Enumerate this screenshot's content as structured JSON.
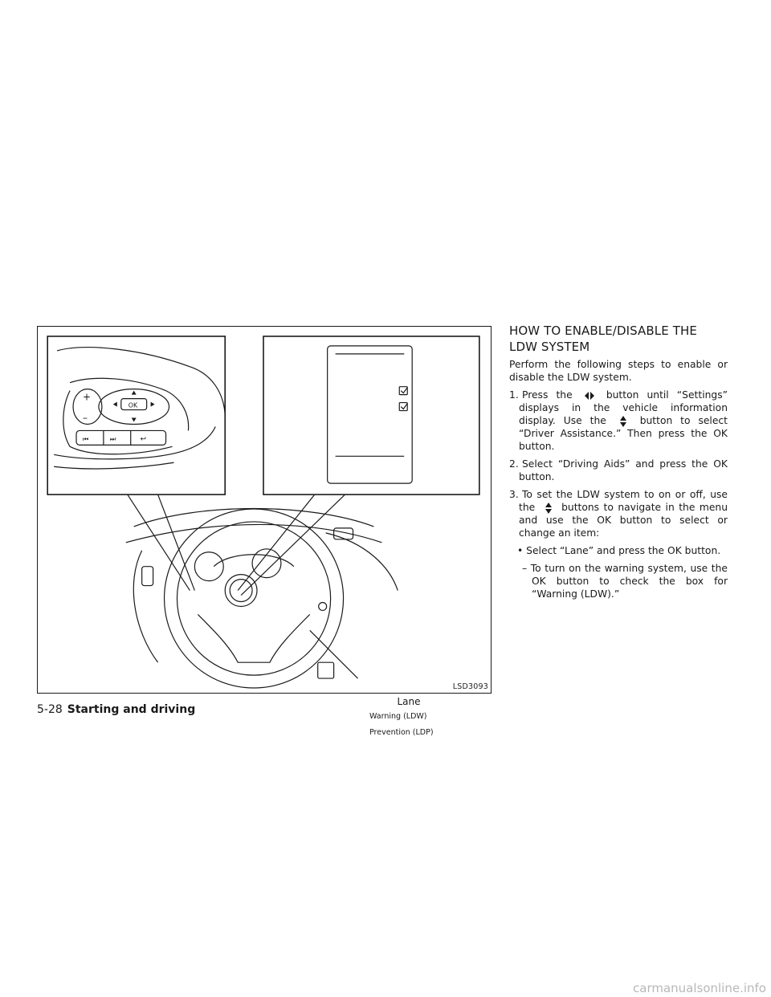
{
  "figure": {
    "label": "LSD3093",
    "steering_buttons": {
      "ok": "OK"
    },
    "display": {
      "title": "Lane",
      "rows": [
        "Warning (LDW)",
        "Prevention (LDP)"
      ]
    }
  },
  "section": {
    "heading": "HOW TO ENABLE/DISABLE THE LDW SYSTEM",
    "intro": "Perform the following steps to enable or disable the LDW system.",
    "step1_num": "1.",
    "step1_a": "Press the",
    "step1_b": "button until “Settings” displays in the vehicle information display. Use the",
    "step1_c": "button to select “Driver Assistance.” Then press the OK button.",
    "step2_num": "2.",
    "step2": "Select “Driving Aids” and press the OK button.",
    "step3_num": "3.",
    "step3_a": "To set the LDW system to on or off, use the",
    "step3_b": "buttons to navigate in the menu and use the OK button to select or change an item:",
    "bullet": "• Select “Lane” and press the OK button.",
    "dash": "– To turn on the warning system, use the OK button to check the box for “Warning (LDW).”"
  },
  "footer": {
    "page": "5-28",
    "section": "Starting and driving"
  },
  "watermark": "carmanualsonline.info",
  "icons": [
    "left-right-arrow-icon",
    "up-down-arrow-icon",
    "checkbox-checked-icon"
  ]
}
